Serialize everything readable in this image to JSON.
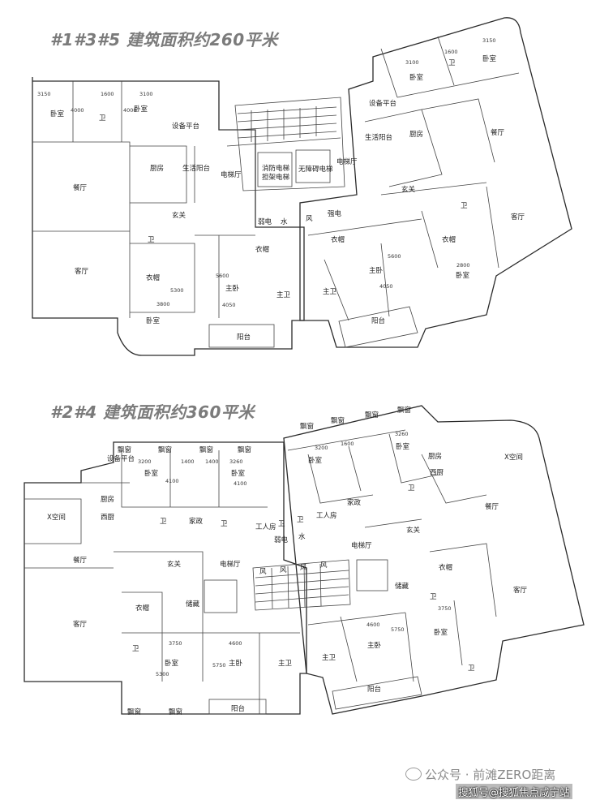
{
  "titles": {
    "plan1": "#1#3#5 建筑面积约260平米",
    "plan2": "#2#4 建筑面积约360平米"
  },
  "plan1_labels": {
    "woshi": "卧室",
    "wei": "卫",
    "chufang": "厨房",
    "canting": "餐厅",
    "keting": "客厅",
    "xuanguan": "玄关",
    "yimao": "衣帽",
    "zhuwo": "主卧",
    "zhuwei": "主卫",
    "yangtai": "阳台",
    "dianti_ting": "电梯厅",
    "shenghuo_yangtai": "生活阳台",
    "shebei_pingtai": "设备平台",
    "xiaofang_dianti": "消防电梯",
    "danjia_dianti": "担架电梯",
    "wuzhangai_dianti": "无障碍电梯",
    "ruodian": "弱电",
    "shui": "水",
    "feng": "风",
    "qiangdian": "强电"
  },
  "plan1_dims": {
    "d3150": "3150",
    "d1600": "1600",
    "d3100": "3100",
    "d4000": "4000",
    "d3800": "3800",
    "d5300": "5300",
    "d4050": "4050",
    "d5600": "5600",
    "d2800": "2800"
  },
  "plan2_labels": {
    "piaochuang": "飘窗",
    "shebei_pingtai": "设备平台",
    "woshi": "卧室",
    "xichu": "西厨",
    "chufang": "厨房",
    "xkongjian": "X空间",
    "canting": "餐厅",
    "xuanguan": "玄关",
    "keting": "客厅",
    "wei": "卫",
    "jiazheng": "家政",
    "gongrenfang": "工人房",
    "ruodian": "弱电",
    "shui": "水",
    "dianti_ting": "电梯厅",
    "feng": "风",
    "yimao": "衣帽",
    "zhuwo": "主卧",
    "zhuwei": "主卫",
    "yangtai": "阳台",
    "xiexiang": "储藏"
  },
  "plan2_dims": {
    "d3200": "3200",
    "d1400": "1400",
    "d3260": "3260",
    "d4100": "4100",
    "d3750": "3750",
    "d5300": "5300",
    "d5750": "5750",
    "d4600": "4600",
    "d1600": "1600"
  },
  "footer": {
    "wechat": "公众号 · 前滩ZERO距离",
    "sohu": "搜狐号@搜狐焦点咸宁站"
  }
}
